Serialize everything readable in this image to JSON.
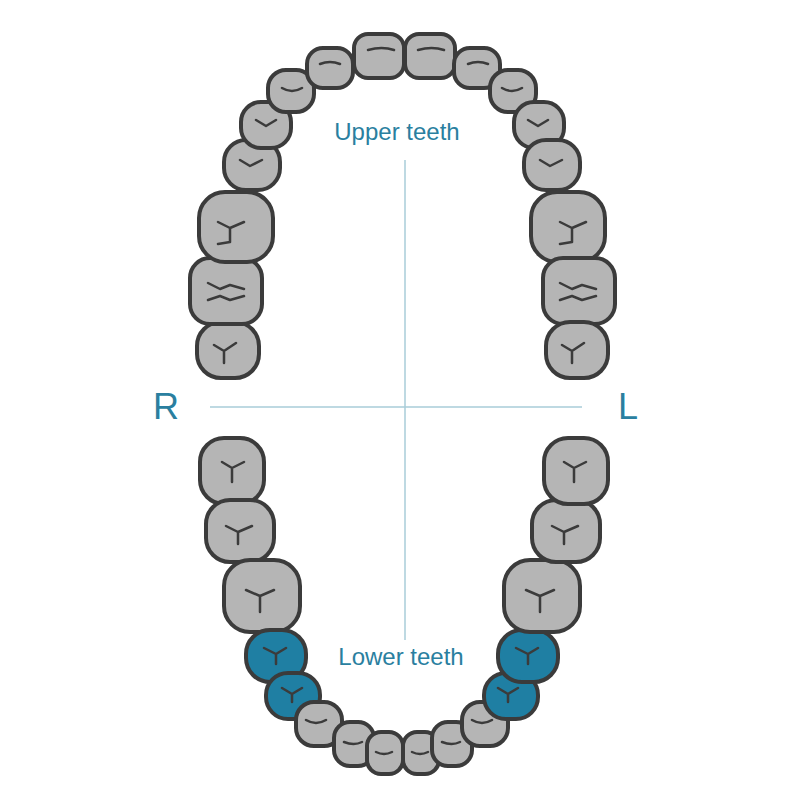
{
  "diagram": {
    "labels": [
      "Upper teeth",
      "R",
      "L",
      "Lower teeth"
    ]
  }
}
